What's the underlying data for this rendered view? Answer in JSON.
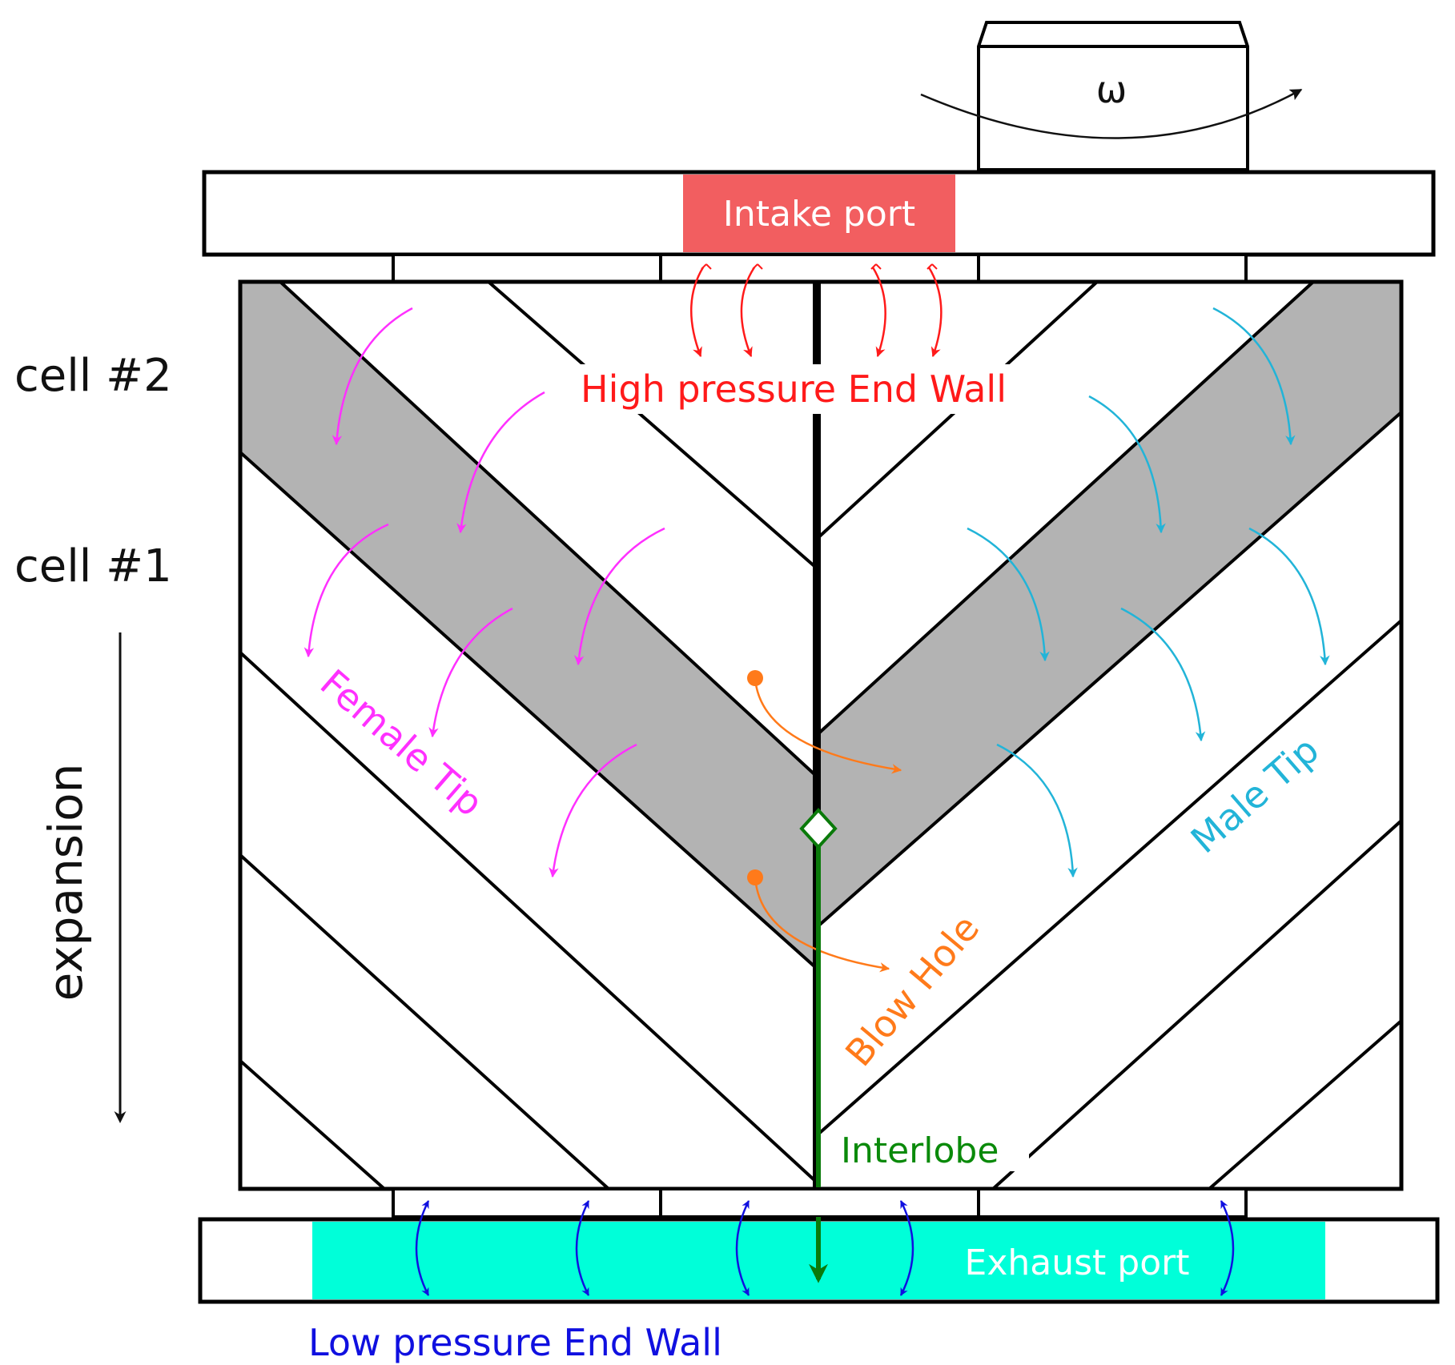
{
  "labels": {
    "omega": "ω",
    "intake_port": "Intake port",
    "high_pressure_end_wall": "High pressure End Wall",
    "cell_2": "cell #2",
    "cell_1": "cell #1",
    "expansion": "expansion",
    "female_tip": "Female Tip",
    "male_tip": "Male Tip",
    "blow_hole": "Blow Hole",
    "interlobe": "Interlobe",
    "exhaust_port": "Exhaust port",
    "low_pressure_end_wall": "Low pressure End Wall"
  },
  "colors": {
    "intake_port": "#f25e60",
    "exhaust_port": "#00ffd9",
    "high_pressure": "#ff1a1a",
    "low_pressure": "#1010e0",
    "female_tip": "#ff30ff",
    "male_tip": "#22b4d8",
    "blow_hole": "#ff7a1a",
    "interlobe": "#0a8a0a",
    "cell_fill": "#b3b3b3",
    "outline": "#000000"
  }
}
